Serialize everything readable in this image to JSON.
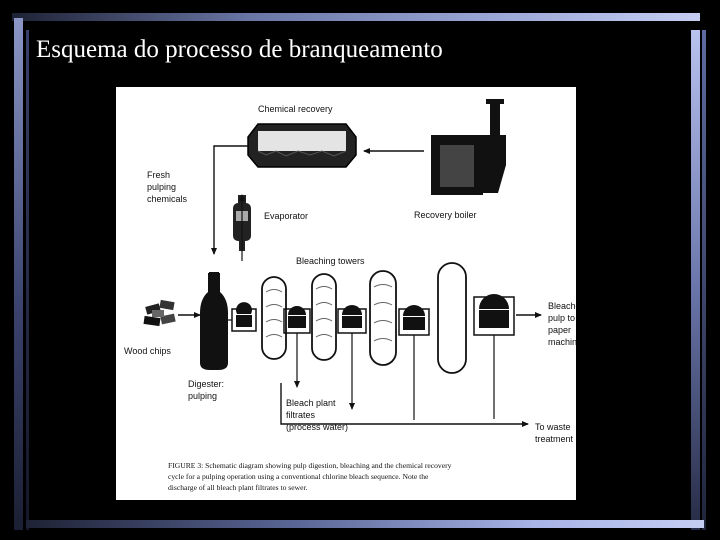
{
  "slide": {
    "title": "Esquema do processo de branqueamento"
  },
  "diagram": {
    "labels": {
      "chemical_recovery": "Chemical recovery",
      "fresh_chemicals": [
        "Fresh",
        "pulping",
        "chemicals"
      ],
      "evaporator": "Evaporator",
      "recovery_boiler": "Recovery boiler",
      "bleaching_towers": "Bleaching towers",
      "wood_chips": "Wood chips",
      "digester": [
        "Digester:",
        "pulping"
      ],
      "bleached_pulp": [
        "Bleached",
        "pulp to",
        "paper",
        "machine"
      ],
      "filtrates": [
        "Bleach plant",
        "filtrates",
        "(process water)"
      ],
      "waste": [
        "To waste",
        "treatment"
      ]
    },
    "caption": [
      "FIGURE 3: Schematic diagram showing pulp digestion, bleaching and the chemical recovery",
      "cycle for a pulping operation using a conventional chlorine bleach sequence. Note the",
      "discharge of all bleach plant filtrates to sewer."
    ]
  },
  "colors": {
    "background": "#000000",
    "accent_bar": "#8c97c7",
    "figure_background": "#ffffff"
  }
}
